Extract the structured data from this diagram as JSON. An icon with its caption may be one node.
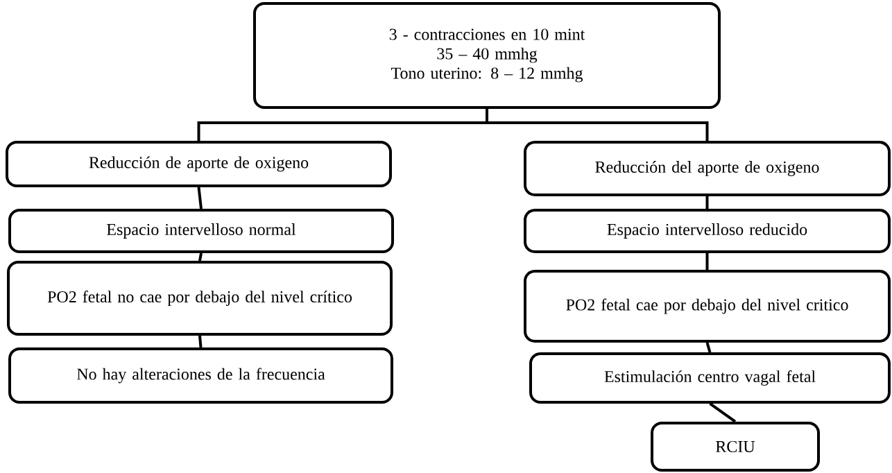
{
  "diagram": {
    "nodes": [
      {
        "text": [
          "3 -  contracciones en 10 mint",
          "35 – 40 mmhg",
          "Tono uterino: 8 – 12 mmhg"
        ]
      },
      {
        "text": [
          "Reducción de aporte de oxigeno"
        ]
      },
      {
        "text": [
          "Espacio intervelloso normal"
        ]
      },
      {
        "text": [
          "PO2 fetal no cae por debajo del nivel crítico"
        ]
      },
      {
        "text": [
          "No hay alteraciones de la frecuencia"
        ]
      },
      {
        "text": [
          "Reducción del aporte de oxigeno"
        ]
      },
      {
        "text": [
          "Espacio intervelloso reducido"
        ]
      },
      {
        "text": [
          "PO2 fetal cae por debajo del nivel critico"
        ]
      },
      {
        "text": [
          "Estimulación centro vagal fetal"
        ]
      },
      {
        "text": [
          "RCIU"
        ]
      }
    ],
    "edges": [
      {
        "from": 0,
        "to": 1,
        "arrow": "none"
      },
      {
        "from": 0,
        "to": 5,
        "arrow": "none"
      },
      {
        "from": 1,
        "to": 2,
        "arrow": "none"
      },
      {
        "from": 2,
        "to": 3,
        "arrow": "none"
      },
      {
        "from": 3,
        "to": 4,
        "arrow": "none"
      },
      {
        "from": 5,
        "to": 6,
        "arrow": "none"
      },
      {
        "from": 6,
        "to": 7,
        "arrow": "none"
      },
      {
        "from": 7,
        "to": 8,
        "arrow": "none"
      },
      {
        "from": 8,
        "to": 9,
        "arrow": "none"
      }
    ]
  }
}
